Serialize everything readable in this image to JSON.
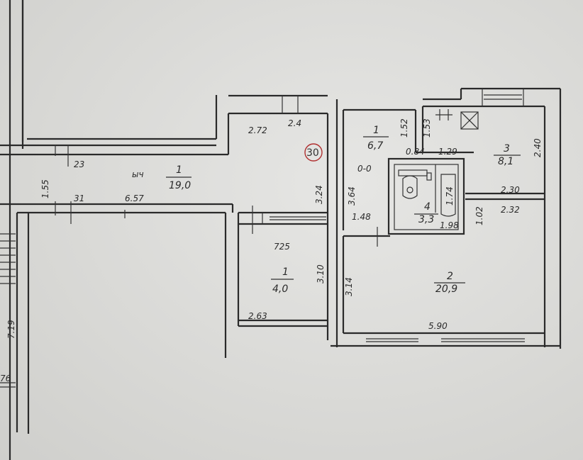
{
  "flat_number": "30",
  "rooms": [
    {
      "id": "corridor",
      "number": "1",
      "area": "19,0",
      "stamp": "ыч"
    },
    {
      "id": "hall",
      "number": "1",
      "area": "6,7"
    },
    {
      "id": "kitchen",
      "number": "3",
      "area": "8,1"
    },
    {
      "id": "bathroom",
      "number": "4",
      "area": "3,3"
    },
    {
      "id": "living",
      "number": "2",
      "area": "20,9"
    },
    {
      "id": "storage",
      "number": "1",
      "area": "4,0",
      "stamp": "725"
    }
  ],
  "dimensions": {
    "d272": "2.72",
    "d24": "2.4",
    "d23": "23",
    "d155": "1.55",
    "d31": "31",
    "d657": "6.57",
    "d324": "3.24",
    "d152a": "1.52",
    "d153": "1.53",
    "d084": "0.84",
    "d129": "1.29",
    "d240": "2.40",
    "d364": "3.64",
    "d174": "1.74",
    "d230": "2.30",
    "d148": "1.48",
    "d198": "1.98",
    "d102": "1.02",
    "d232": "2.32",
    "d310": "3.10",
    "d314": "3.14",
    "d263": "2.63",
    "d590": "5.90",
    "d719": "7.19",
    "d76": "76",
    "d0c0": "0-0"
  }
}
